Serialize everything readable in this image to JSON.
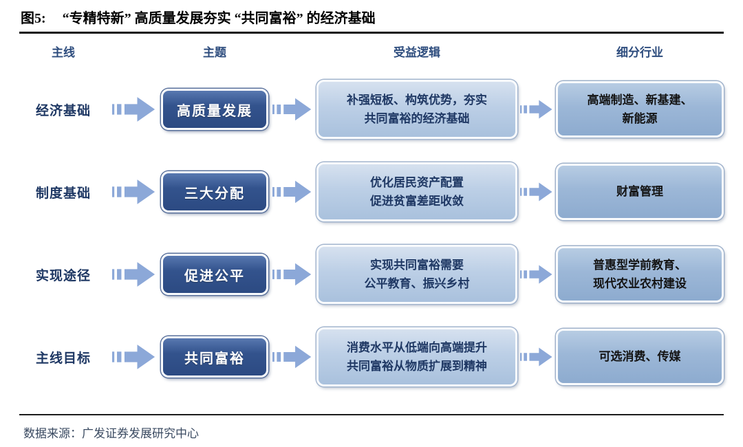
{
  "figure": {
    "label": "图5:",
    "title": "“专精特新” 高质量发展夯实 “共同富裕” 的经济基础"
  },
  "columns": {
    "mainline": "主线",
    "theme": "主题",
    "logic": "受益逻辑",
    "industry": "细分行业"
  },
  "rows": [
    {
      "mainline": "经济基础",
      "theme": "高质量发展",
      "logic": [
        "补强短板、构筑优势，夯实",
        "共同富裕的经济基础"
      ],
      "industries": [
        "高端制造、新基建、",
        "新能源"
      ]
    },
    {
      "mainline": "制度基础",
      "theme": "三大分配",
      "logic": [
        "优化居民资产配置",
        "促进贫富差距收敛"
      ],
      "industries": [
        "财富管理"
      ]
    },
    {
      "mainline": "实现途径",
      "theme": "促进公平",
      "logic": [
        "实现共同富裕需要",
        "公平教育、振兴乡村"
      ],
      "industries": [
        "普惠型学前教育、",
        "现代农业农村建设"
      ]
    },
    {
      "mainline": "主线目标",
      "theme": "共同富裕",
      "logic": [
        "消费水平从低端向高端提升",
        "共同富裕从物质扩展到精神"
      ],
      "industries": [
        "可选消费、传媒"
      ]
    }
  ],
  "footer": {
    "source": "数据来源：广发证券发展研究中心"
  },
  "colors": {
    "theme_box_dark_blue": "#2f4e86",
    "logic_box_light_blue": "#bccfe6",
    "industry_box_medium_blue": "#9cb7d7",
    "arrow_blue": "#8ca8d8",
    "heading_navy": "#1f3864",
    "title_black": "#000000"
  }
}
